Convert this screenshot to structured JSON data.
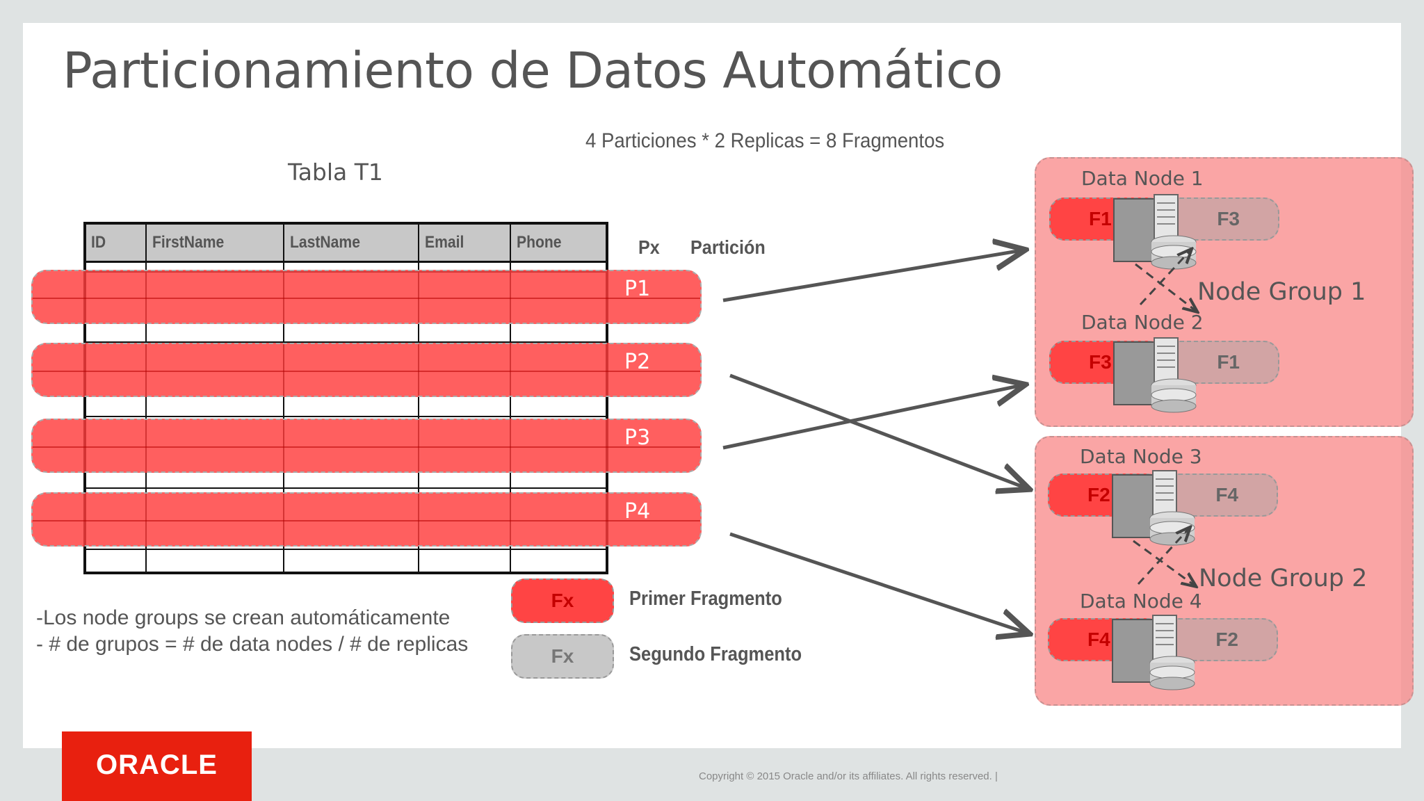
{
  "title": "Particionamiento de Datos Automático",
  "equation": "4 Particiones * 2 Replicas = 8 Fragmentos",
  "table": {
    "caption": "Tabla T1",
    "headers": [
      "ID",
      "FirstName",
      "LastName",
      "Email",
      "Phone"
    ]
  },
  "partition_header": {
    "px": "Px",
    "particion": "Partición"
  },
  "partitions": [
    "P1",
    "P2",
    "P3",
    "P4"
  ],
  "notes": [
    "-Los node groups se crean automáticamente",
    "- # de grupos = # de data nodes / # de replicas"
  ],
  "legend": {
    "primary": {
      "box": "Fx",
      "label": "Primer Fragmento"
    },
    "secondary": {
      "box": "Fx",
      "label": "Segundo Fragmento"
    }
  },
  "node_groups": [
    {
      "label": "Node Group 1",
      "nodes": [
        {
          "label": "Data Node 1",
          "primary": "F1",
          "secondary": "F3"
        },
        {
          "label": "Data Node 2",
          "primary": "F3",
          "secondary": "F1"
        }
      ]
    },
    {
      "label": "Node Group 2",
      "nodes": [
        {
          "label": "Data Node 3",
          "primary": "F2",
          "secondary": "F4"
        },
        {
          "label": "Data Node 4",
          "primary": "F4",
          "secondary": "F2"
        }
      ]
    }
  ],
  "colors": {
    "primary_fragment": "#ff4444",
    "secondary_fragment": "#c8c8c8",
    "node_group": "#f88c8c",
    "brand": "#e8200f"
  },
  "footer": {
    "logo": "ORACLE",
    "copyright": "Copyright © 2015 Oracle and/or its affiliates. All rights reserved.  |"
  }
}
